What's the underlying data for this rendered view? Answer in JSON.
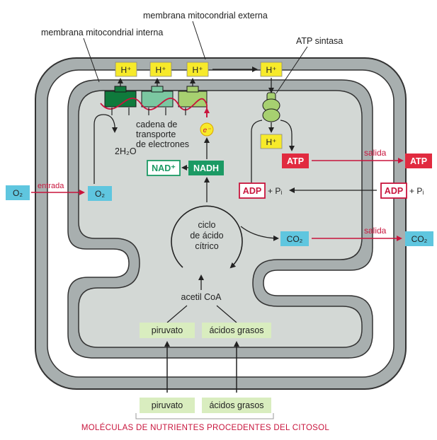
{
  "labels": {
    "outer_membrane": "membrana mitocondrial externa",
    "inner_membrane": "membrana mitocondrial interna",
    "atp_synthase": "ATP sintasa",
    "electron_chain": [
      "cadena de",
      "transporte",
      "de electrones"
    ],
    "water": "2H₂O",
    "cycle": [
      "ciclo",
      "de ácido",
      "cítrico"
    ],
    "acetyl_coa": "acetil CoA",
    "source": "MOLÉCULAS DE NUTRIENTES PROCEDENTES DEL CITOSOL",
    "entrada": "entrada",
    "salida_atp": "salida",
    "salida_co2": "salida"
  },
  "boxes": {
    "h_plus": "H⁺",
    "atp_inner": "ATP",
    "atp_outer": "ATP",
    "adp_inner": "ADP",
    "adp_outer": "ADP",
    "pi": "+ Pᵢ",
    "nad": "NAD⁺",
    "nadh": "NADH",
    "o2_outer": "O₂",
    "o2_inner": "O₂",
    "co2_inner": "CO₂",
    "co2_outer": "CO₂",
    "electron": "e⁻",
    "piruvato_inner": "piruvato",
    "grasos_inner": "ácidos grasos",
    "piruvato_outer": "piruvato",
    "grasos_outer": "ácidos grasos"
  },
  "colors": {
    "membrane": "#a8afaf",
    "matrix": "#d3d8d5",
    "h_box": "#f7ea2a",
    "cyan_box": "#5fc6df",
    "green_box": "#d9edbf",
    "atp_red": "#e12a3f",
    "nadh_green": "#1b9a64",
    "arrow_red": "#c8143c"
  }
}
